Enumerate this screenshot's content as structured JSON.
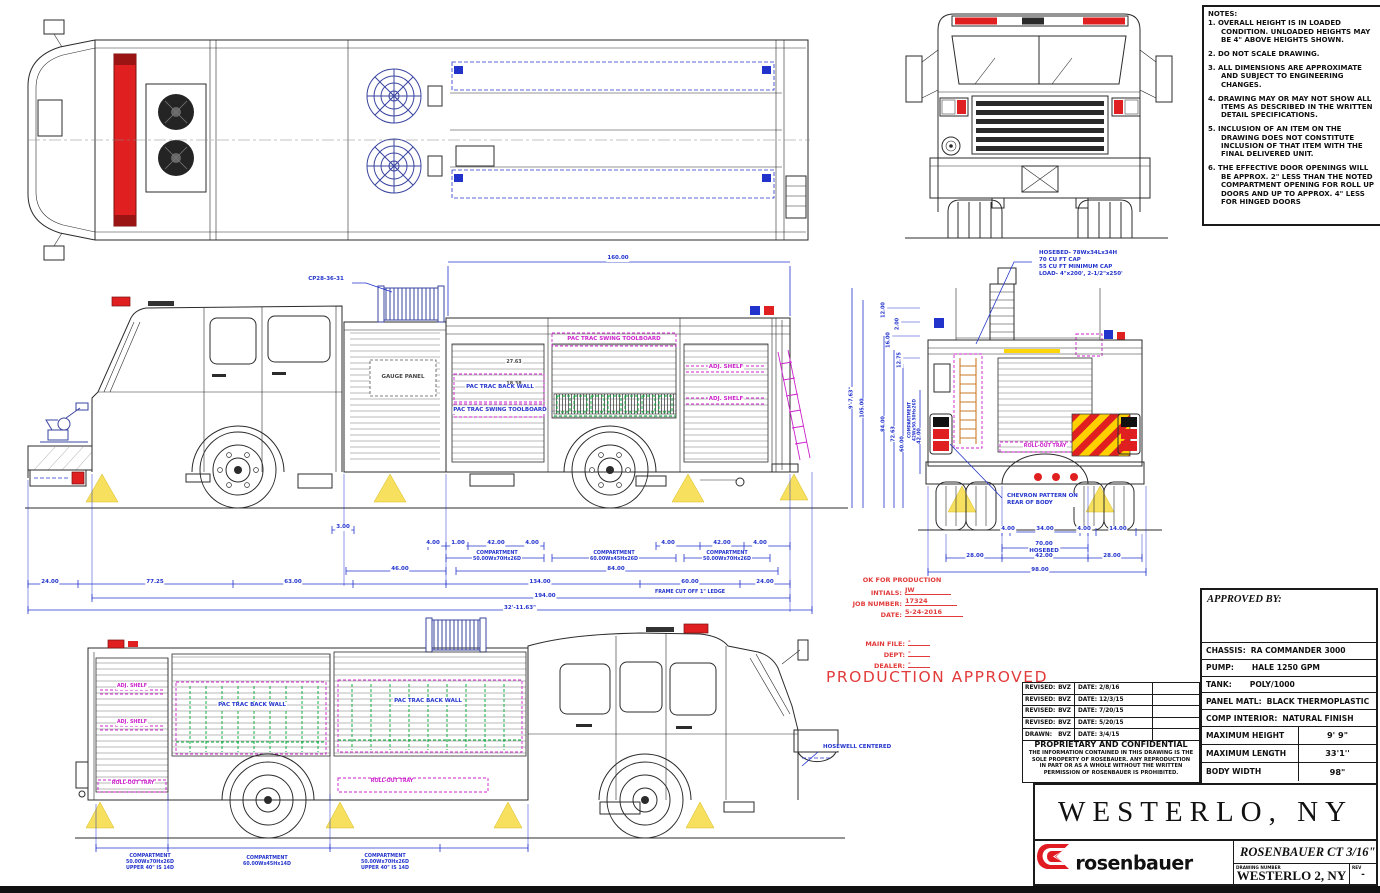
{
  "colors": {
    "dim_blue": "#2233cc",
    "annotation_magenta": "#cc22cc",
    "toolboard_green": "#00aa33",
    "fire_red": "#e02020",
    "production_red": "#e23b3b",
    "chevron_yellow": "#ffcf00",
    "scene_light_yellow": "#f6e05e"
  },
  "notes": {
    "title": "NOTES:",
    "items": [
      "1. OVERALL HEIGHT IS IN LOADED CONDITION. UNLOADED HEIGHTS MAY BE 4\" ABOVE HEIGHTS SHOWN.",
      "2. DO NOT SCALE DRAWING.",
      "3. ALL DIMENSIONS ARE APPROXIMATE AND SUBJECT TO ENGINEERING CHANGES.",
      "4. DRAWING MAY OR MAY NOT SHOW ALL ITEMS AS DESCRIBED IN THE WRITTEN DETAIL SPECIFICATIONS.",
      "5. INCLUSION OF AN ITEM ON THE DRAWING DOES NOT CONSTITUTE INCLUSION OF THAT ITEM WITH THE FINAL DELIVERED UNIT.",
      "6. THE EFFECTIVE DOOR OPENINGS WILL BE APPROX. 2\" LESS THAN THE NOTED COMPARTMENT OPENING FOR ROLL UP DOORS AND UP TO APPROX. 4\" LESS FOR HINGED DOORS"
    ]
  },
  "production": {
    "ok_title": "OK FOR PRODUCTION",
    "initials_label": "INTIALS:",
    "initials_value": "JW",
    "job_label": "JOB NUMBER:",
    "job_value": "17324",
    "date_label": "DATE:",
    "date_value": "5-24-2016",
    "main_file_label": "MAIN FILE:",
    "main_file_value": "-",
    "dept_label": "DEPT:",
    "dept_value": "-",
    "dealer_label": "DEALER:",
    "dealer_value": "-",
    "approved_text": "PRODUCTION APPROVED"
  },
  "revisions": {
    "rows": [
      {
        "action": "REVISED:",
        "by": "BVZ",
        "date": "DATE: 2/8/16"
      },
      {
        "action": "REVISED:",
        "by": "BVZ",
        "date": "DATE: 12/3/15"
      },
      {
        "action": "REVISED:",
        "by": "BVZ",
        "date": "DATE: 7/20/15"
      },
      {
        "action": "REVISED:",
        "by": "BVZ",
        "date": "DATE: 5/20/15"
      },
      {
        "action": "DRAWN:",
        "by": "BVZ",
        "date": "DATE: 3/4/15"
      }
    ]
  },
  "proprietary": {
    "title": "PROPRIETARY AND CONFIDENTIAL",
    "body": "THE INFORMATION CONTAINED IN THIS DRAWING IS THE SOLE PROPERTY OF ROSEBAUER. ANY REPRODUCTION IN PART OR AS A WHOLE WITHOUT THE WRITTEN PERMISSION OF ROSENBAUER IS PROHIBITED."
  },
  "title_block": {
    "approved_by": "APPROVED BY:",
    "specs": [
      {
        "label": "CHASSIS:",
        "value": "RA COMMANDER 3000"
      },
      {
        "label": "PUMP:",
        "value": "HALE 1250 GPM"
      },
      {
        "label": "TANK:",
        "value": "POLY/1000"
      },
      {
        "label": "PANEL MATL:",
        "value": "BLACK THERMOPLASTIC"
      },
      {
        "label": "COMP INTERIOR:",
        "value": "NATURAL FINISH"
      }
    ],
    "dims": [
      {
        "label": "MAXIMUM HEIGHT",
        "value": "9' 9\""
      },
      {
        "label": "MAXIMUM LENGTH",
        "value": "33'1''"
      },
      {
        "label": "BODY WIDTH",
        "value": "98\""
      }
    ]
  },
  "footer": {
    "customer": "WESTERLO, NY",
    "brand": "rosenbauer",
    "title": "ROSENBAUER CT 3/16\"",
    "drawing_number_label": "DRAWING NUMBER",
    "drawing_number": "WESTERLO 2, NY",
    "rev_label": "REV",
    "rev_value": "-"
  },
  "callouts": {
    "crosslay": "CP28-36-31",
    "gauge_panel": "GAUGE PANEL",
    "pac_trac_swing": "PAC TRAC SWING TOOLBOARD",
    "pac_trac_back": "PAC TRAC BACK WALL",
    "adj_shelf": "ADJ. SHELF",
    "roll_out_tray": "ROLL-OUT TRAY",
    "chevron_note": "CHEVRON PATTERN ON\nREAR OF BODY",
    "hosewell": "HOSEWELL CENTERED",
    "hosebed": "HOSEBED- 78Wx34Lx34H\n70 CU FT CAP\n55 CU FT MINIMUM CAP\nLOAD- 4\"x200', 2-1/2\"x250'",
    "shelf_dim_a": "27.63",
    "shelf_dim_b": "18.38"
  },
  "dims": {
    "side_top": "160.00",
    "row_a": [
      "3.00"
    ],
    "row_b": [
      "4.00",
      "1.00",
      "42.00",
      "4.00",
      "4.00",
      "42.00",
      "4.00"
    ],
    "comp_side": [
      "COMPARTMENT\n50.00Wx70Hx26D",
      "COMPARTMENT\n60.00Wx45Hx26D",
      "COMPARTMENT\n50.00Wx70Hx26D"
    ],
    "row_c": [
      "46.00",
      "84.00"
    ],
    "row_d": [
      "24.00",
      "77.25",
      "63.00",
      "134.00",
      "60.00",
      "24.00"
    ],
    "frame_note": "FRAME CUT OFF 1\" LEDGE",
    "row_e": [
      "194.00"
    ],
    "row_f": [
      "32'-11.63\""
    ],
    "vertical": [
      "9'-7.63\"",
      "105.00",
      "84.00",
      "72.63",
      "60.00",
      "42.00"
    ],
    "vertical_small": [
      "12.00",
      "2.00",
      "16.00",
      "12.75"
    ],
    "vertical_comp": "COMPARTMENT\n42Wx50.50Hx26D",
    "rear_row_a": [
      "4.00",
      "34.00",
      "4.00",
      "14.00"
    ],
    "rear_hosebed": "70.00\nHOSEBED",
    "rear_row_b": [
      "28.00",
      "42.00",
      "28.00"
    ],
    "rear_overall": "98.00",
    "comp_bottom": [
      "COMPARTMENT\n50.00Wx70Hx26D\nUPPER 40\" IS 14D",
      "COMPARTMENT\n60.00Wx45Hx14D",
      "COMPARTMENT\n50.00Wx70Hx26D\nUPPER 40\" IS 14D"
    ]
  }
}
